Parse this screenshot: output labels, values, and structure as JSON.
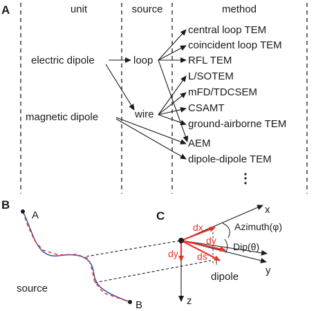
{
  "panel_a": {
    "label": "A",
    "headers": {
      "unit": "unit",
      "source": "source",
      "method": "method"
    },
    "units": {
      "electric": "electric dipole",
      "magnetic": "magnetic dipole"
    },
    "sources": {
      "loop": "loop",
      "wire": "wire"
    },
    "methods": [
      "central loop TEM",
      "coincident loop TEM",
      "RFL TEM",
      "L/SOTEM",
      "mFD/TDCSEM",
      "CSAMT",
      "ground-airborne TEM",
      "AEM",
      "dipole-dipole TEM"
    ]
  },
  "panel_b": {
    "label": "B",
    "point_a": "A",
    "point_b": "B",
    "caption": "source"
  },
  "panel_c": {
    "label": "C",
    "axis_x": "x",
    "axis_y": "y",
    "axis_z": "z",
    "dx": "dx",
    "dy_upper": "dy",
    "dy_left": "dy",
    "ds": "ds",
    "azimuth": "Azimuth(φ)",
    "dip": "Dip(θ)",
    "caption": "dipole"
  },
  "colors": {
    "red": "#e8332a",
    "blue": "#3b5fb0",
    "ink": "#1a1a1a"
  }
}
